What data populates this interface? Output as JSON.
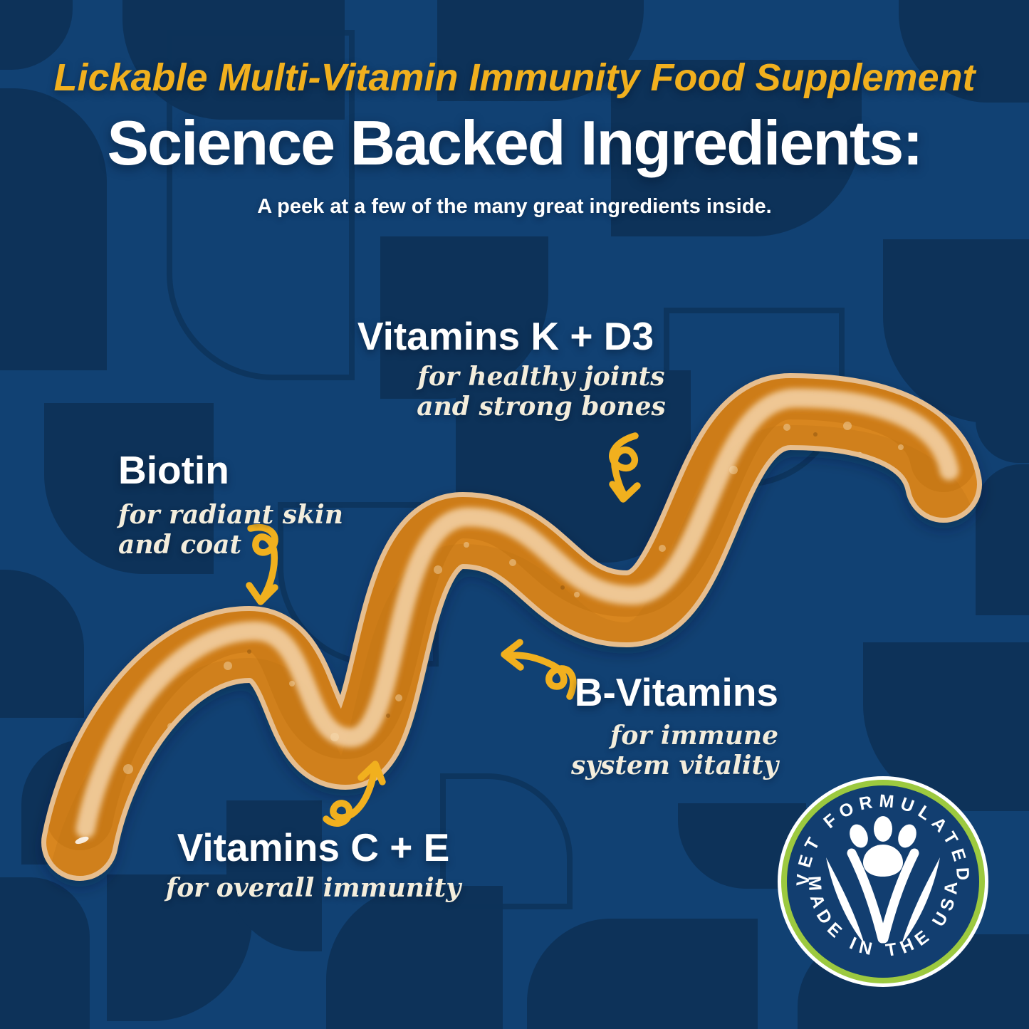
{
  "header": {
    "tagline": "Lickable Multi-Vitamin Immunity Food Supplement",
    "title": "Science Backed Ingredients:",
    "subtitle": "A peek at a few of the many great ingredients inside."
  },
  "ingredients": [
    {
      "name": "Vitamins K + D3",
      "benefit_line1": "for healthy joints",
      "benefit_line2": "and strong bones"
    },
    {
      "name": "Biotin",
      "benefit_line1": "for radiant skin",
      "benefit_line2": "and coat"
    },
    {
      "name": "B-Vitamins",
      "benefit_line1": "for immune",
      "benefit_line2": "system vitality"
    },
    {
      "name": "Vitamins C + E",
      "benefit_line1": "for overall immunity",
      "benefit_line2": ""
    }
  ],
  "badge": {
    "arc_top": "VET FORMULATED",
    "arc_bottom": "MADE IN THE USA"
  },
  "icons": {
    "paw": "paw-print-icon",
    "arrows": "hand-drawn-curly-arrow"
  },
  "colors": {
    "background": "#114173",
    "pattern_dark": "#0D3259",
    "accent_yellow": "#F1B01E",
    "cream": "#F3EDDC",
    "white": "#FFFFFF",
    "paste_orange": "#D8861F",
    "paste_light": "#F0CB9B",
    "paste_edge": "#E6BE8F",
    "badge_green": "#9CC93F",
    "badge_navy": "#123E70"
  }
}
